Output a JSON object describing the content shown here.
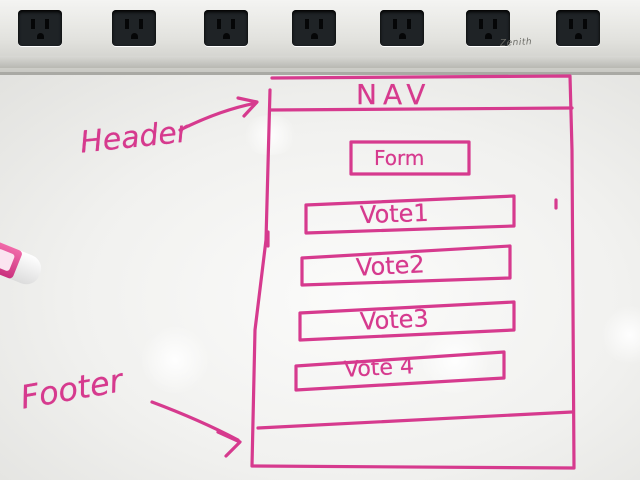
{
  "sketch": {
    "nav_label": "NAV",
    "header_note": "Header",
    "footer_note": "Footer",
    "form_button": "Form",
    "vote_buttons": [
      "Vote1",
      "Vote2",
      "Vote3",
      "Vote 4"
    ],
    "strip_brand": "Zenith"
  },
  "colors": {
    "marker_ink": "#d63a8e",
    "board": "#f6f6f4",
    "outlet": "#1f2326"
  },
  "icons": [
    "power-outlet-icon",
    "marker-pen-icon",
    "arrow-icon"
  ]
}
